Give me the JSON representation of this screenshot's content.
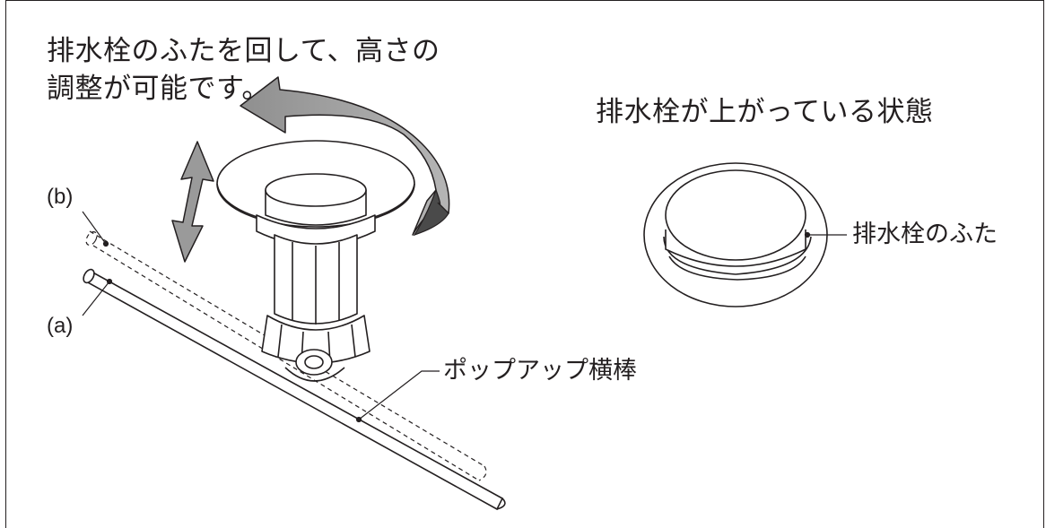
{
  "instruction": {
    "line1": "排水栓のふたを回して、高さの",
    "line2": "調整が可能です。"
  },
  "raised_state_title": "排水栓が上がっている状態",
  "labels": {
    "cap": "排水栓のふた",
    "popup_rod": "ポップアップ横棒",
    "pos_b": "(b)",
    "pos_a": "(a)"
  },
  "icons": {
    "rotate": "curved-rotation-arrow",
    "height": "double-vertical-arrow"
  },
  "colors": {
    "line": "#231f20",
    "arrow_fill": "#9a9a9a",
    "arrow_dark": "#4a4a4a",
    "background": "#ffffff"
  }
}
